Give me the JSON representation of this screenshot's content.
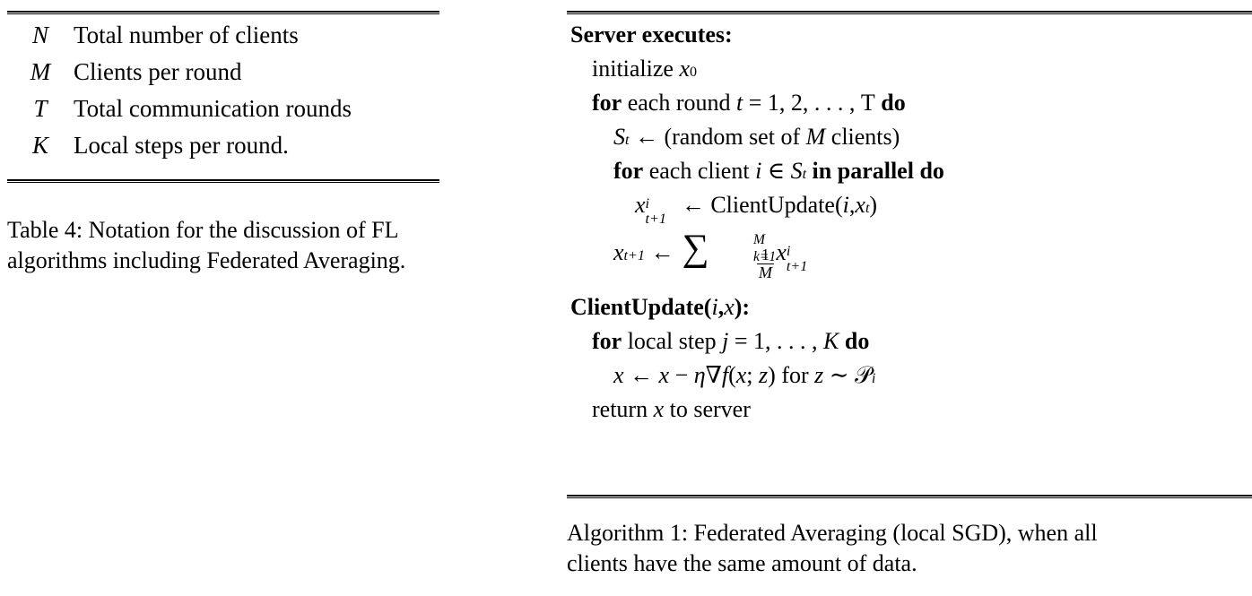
{
  "document": {
    "type": "academic-paper-excerpt",
    "background_color": "#ffffff",
    "text_color": "#000000"
  },
  "notation_table": {
    "label": "Table 4",
    "rows": [
      {
        "symbol": "N",
        "description": "Total number of clients"
      },
      {
        "symbol": "M",
        "description": "Clients per round"
      },
      {
        "symbol": "T",
        "description": "Total communication rounds"
      },
      {
        "symbol": "K",
        "description": "Local steps per round."
      }
    ],
    "caption": "Table 4: Notation for the discussion of FL algorithms including Federated Averaging."
  },
  "algorithm": {
    "label": "Algorithm 1",
    "server_heading": "Server executes:",
    "client_heading_prefix": "ClientUpdate",
    "client_heading_args_open": "(",
    "client_heading_arg1": "i",
    "client_heading_comma": ", ",
    "client_heading_arg2": "x",
    "client_heading_close": "):",
    "lines": {
      "initialize": "initialize",
      "x0_var": "x",
      "x0_sub": "0",
      "for_kw": "for",
      "each_round": "each round",
      "t_var": "t",
      "eq": "=",
      "round_range": "1, 2, . . . ,",
      "T_upright": "T",
      "do_kw": "do",
      "S_var": "S",
      "S_sub": "t",
      "arrow": "←",
      "random_set_open": "(random set of",
      "M_var": "M",
      "random_set_close": "clients)",
      "each_client": "each client",
      "i_var": "i",
      "in_set": "∈",
      "in_parallel_do": "in parallel do",
      "x_var": "x",
      "x_sup_i": "i",
      "x_sub_t1": "t+1",
      "client_update_call": "ClientUpdate",
      "call_open": "(",
      "call_arg1": "i",
      "call_comma": ", ",
      "call_arg2": "x",
      "call_arg2_sub": "t",
      "call_close": ")",
      "sum_upper": "M",
      "sum_lower": "k=1",
      "frac_num": "1",
      "frac_den": "M",
      "local_step": "local step",
      "j_var": "j",
      "step_range": "1, . . . ,",
      "K_var": "K",
      "minus": "−",
      "eta": "η",
      "nabla": "∇",
      "f_var": "f",
      "paren_open": "(",
      "semicolon": ";",
      "z_var": "z",
      "paren_close": ")",
      "for_word": "for",
      "sim": "∼",
      "P_cal": "𝒫",
      "P_sub": "i",
      "return_kw": "return",
      "to_server": "to server"
    },
    "caption": "Algorithm 1: Federated Averaging (local SGD), when all clients have the same amount of data.",
    "caption_line1": "Algorithm 1: Federated Averaging (local SGD), when all",
    "caption_line2": "clients have the same amount of data."
  }
}
